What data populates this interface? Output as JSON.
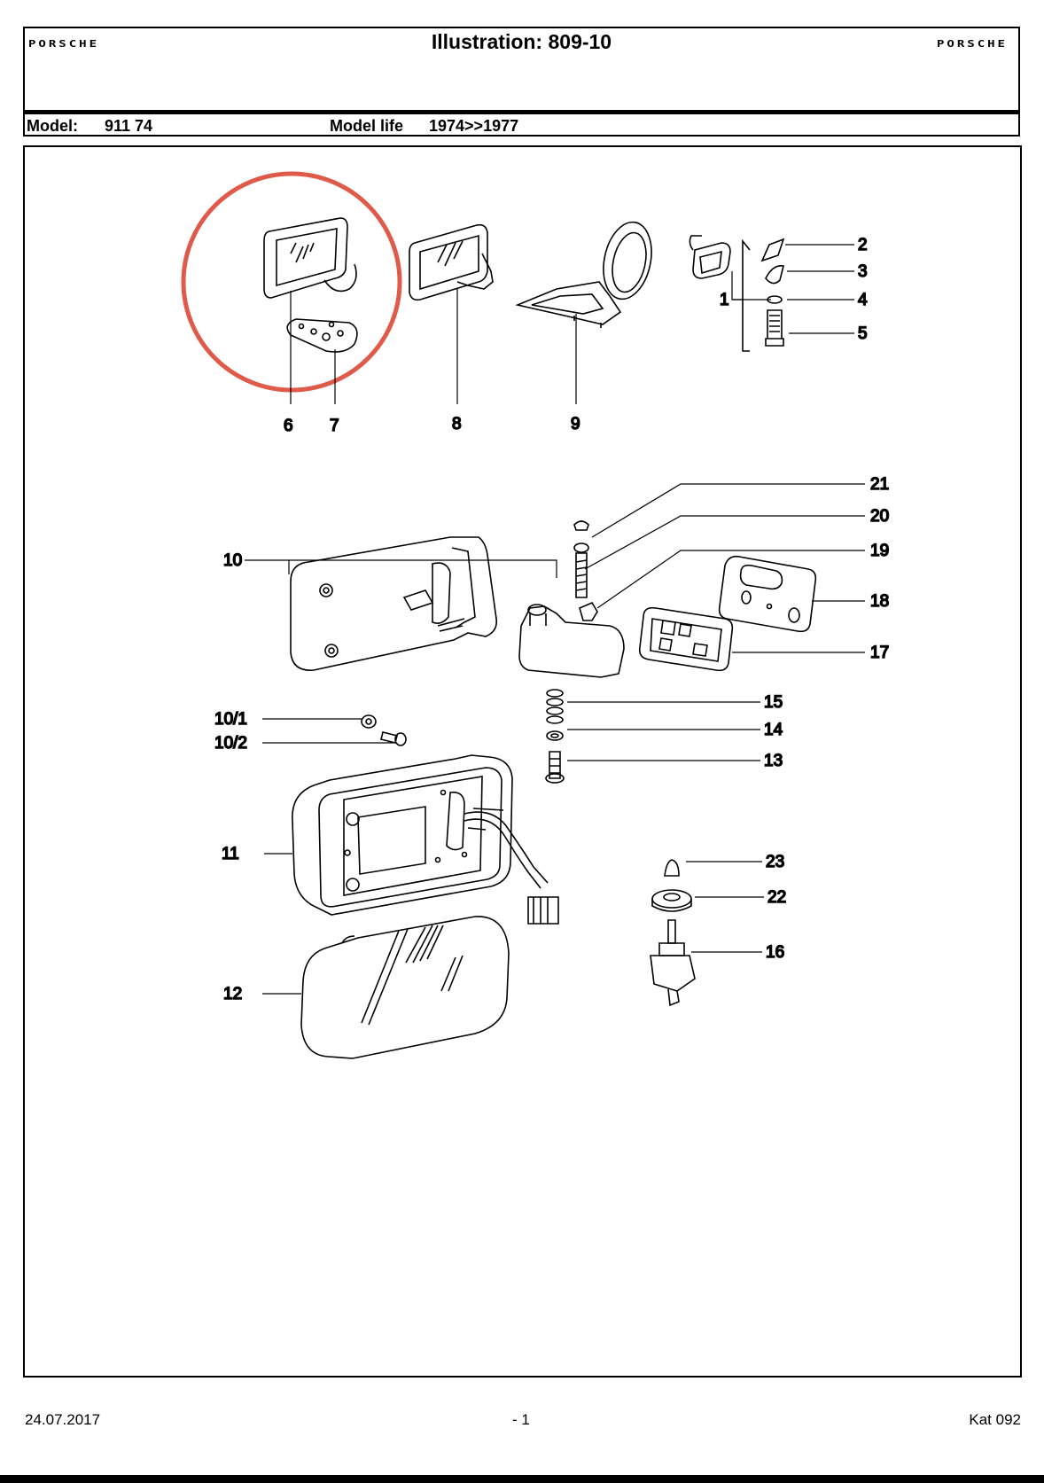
{
  "header": {
    "brand_left": "PORSCHE",
    "brand_right": "PORSCHE",
    "title": "Illustration: 809-10"
  },
  "model": {
    "model_label": "Model:",
    "model_value": "911 74",
    "life_label": "Model life",
    "life_value": "1974>>1977"
  },
  "callouts": [
    "1",
    "2",
    "3",
    "4",
    "5",
    "6",
    "7",
    "8",
    "9",
    "10",
    "10/1",
    "10/2",
    "11",
    "12",
    "13",
    "14",
    "15",
    "16",
    "17",
    "18",
    "19",
    "20",
    "21",
    "22",
    "23"
  ],
  "highlight": {
    "color": "#e05a4a"
  },
  "footer": {
    "date": "24.07.2017",
    "page": "- 1",
    "catalog": "Kat 092"
  }
}
